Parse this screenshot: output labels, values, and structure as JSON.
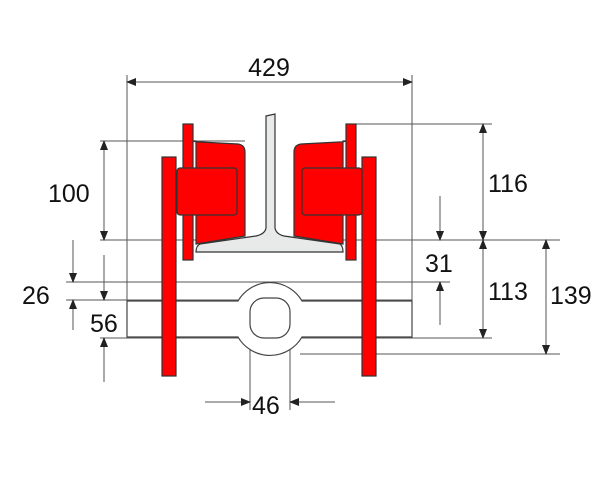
{
  "dimensions": {
    "overall_width": "429",
    "wheel_height": "116",
    "flange_to_rail": "100",
    "rail_offset": "31",
    "lower_height": "113",
    "total_lower": "139",
    "bar_offset": "26",
    "bar_height": "56",
    "pin_width": "46"
  },
  "colors": {
    "wheel": "#ff0000",
    "rail": "#e8eaea"
  }
}
